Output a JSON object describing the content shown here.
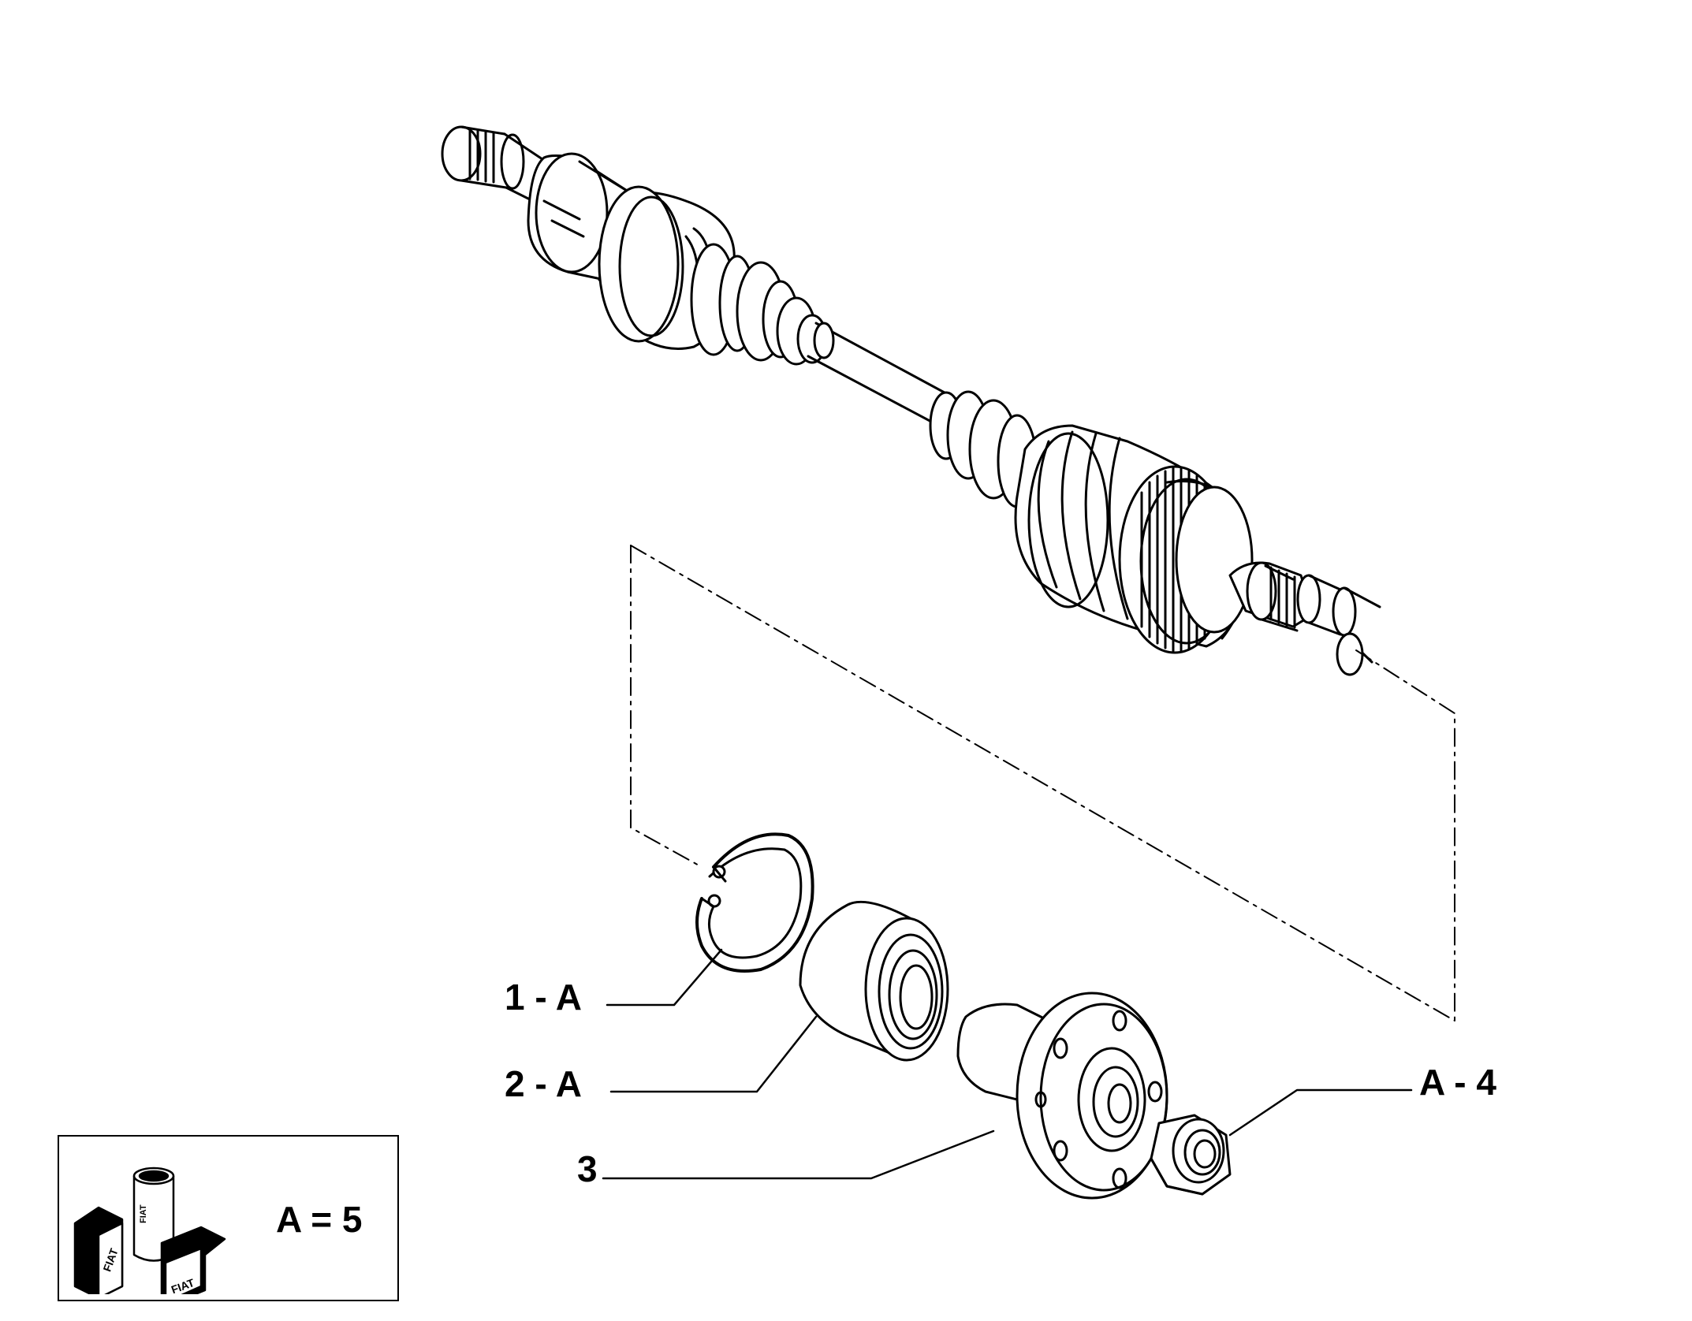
{
  "callouts": {
    "snap_ring": "1 - A",
    "bearing": "2 - A",
    "hub": "3",
    "nut": "A - 4"
  },
  "legend": {
    "text": "A = 5",
    "brand_mark": "FIAT"
  },
  "colors": {
    "line": "#000000",
    "background": "#ffffff"
  }
}
